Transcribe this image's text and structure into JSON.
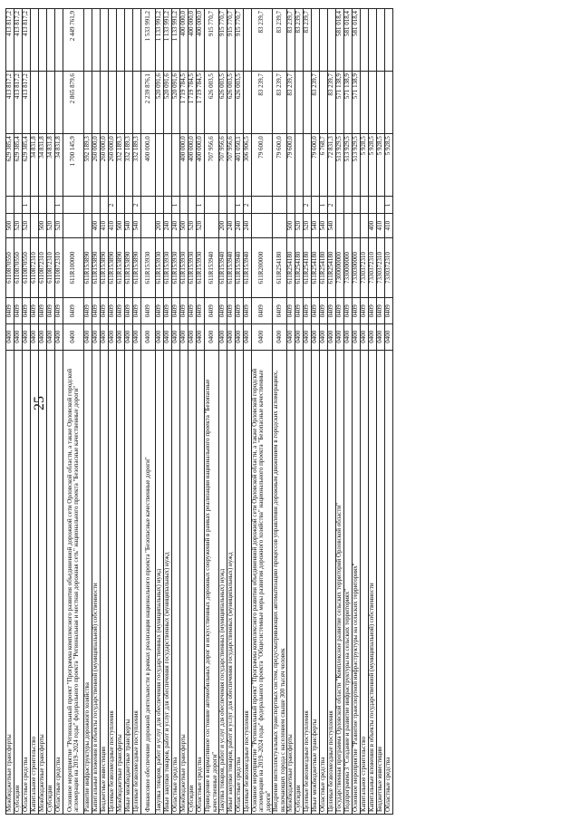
{
  "page": {
    "number": "25"
  },
  "rows": [
    {
      "name": "Межбюджетные трансферты",
      "a": "0400",
      "b": "0409",
      "csr": "6110870550",
      "vr": "500",
      "x": "",
      "v1": "629 385,4",
      "v2": "413 817,2",
      "v3": "413 817,2",
      "h": 1
    },
    {
      "name": "Субсидии",
      "a": "0400",
      "b": "0409",
      "csr": "6110870550",
      "vr": "520",
      "x": "",
      "v1": "629 385,4",
      "v2": "413 817,2",
      "v3": "413 817,2",
      "h": 1
    },
    {
      "name": "Областные средства",
      "a": "0400",
      "b": "0409",
      "csr": "6110870550",
      "vr": "520",
      "x": "1",
      "v1": "629 385,4",
      "v2": "413 817,2",
      "v3": "413 817,2",
      "h": 1
    },
    {
      "name": "Капитальное строительство",
      "a": "0400",
      "b": "0409",
      "csr": "6110872310",
      "vr": "",
      "x": "",
      "v1": "34 831,8",
      "v2": "",
      "v3": "",
      "h": 1
    },
    {
      "name": "Межбюджетные трансферты",
      "a": "0400",
      "b": "0409",
      "csr": "6110872310",
      "vr": "500",
      "x": "",
      "v1": "34 831,8",
      "v2": "",
      "v3": "",
      "h": 1
    },
    {
      "name": "Субсидии",
      "a": "0400",
      "b": "0409",
      "csr": "6110872310",
      "vr": "520",
      "x": "",
      "v1": "34 831,8",
      "v2": "",
      "v3": "",
      "h": 1
    },
    {
      "name": "Областные средства",
      "a": "0400",
      "b": "0409",
      "csr": "6110872310",
      "vr": "520",
      "x": "1",
      "v1": "34 831,8",
      "v2": "",
      "v3": "",
      "h": 1
    },
    {
      "name": "Основное мероприятие \"Региональный проект \"Программа комплексного развития объединенной дорожной сети Орловской области, а также Орловской городской агломерации на 2019–2024 годы\" федерального проекта \"Региональная и местная дорожная сеть\" национального проекта \"Безопасные качественные дороги\"",
      "a": "0400",
      "b": "0409",
      "csr": "611R100000",
      "vr": "",
      "x": "",
      "v1": "1 700 145,9",
      "v2": "2 865 879,6",
      "v3": "2 449 761,9",
      "h": 3
    },
    {
      "name": "Развитие инфраструктуры дорожного хозяйства",
      "a": "0400",
      "b": "0409",
      "csr": "611R153890",
      "vr": "",
      "x": "",
      "v1": "592 189,3",
      "v2": "",
      "v3": "",
      "h": 1
    },
    {
      "name": "Капитальные вложения в объекты государственной (муниципальной) собственности",
      "a": "0400",
      "b": "0409",
      "csr": "611R153890",
      "vr": "400",
      "x": "",
      "v1": "260 000,0",
      "v2": "",
      "v3": "",
      "h": 1
    },
    {
      "name": "Бюджетные инвестиции",
      "a": "0400",
      "b": "0409",
      "csr": "611R153890",
      "vr": "410",
      "x": "",
      "v1": "260 000,0",
      "v2": "",
      "v3": "",
      "h": 1
    },
    {
      "name": "Целевые безвозмездные поступления",
      "a": "0400",
      "b": "0409",
      "csr": "611R153890",
      "vr": "410",
      "x": "2",
      "v1": "260 000,0",
      "v2": "",
      "v3": "",
      "h": 1
    },
    {
      "name": "Межбюджетные трансферты",
      "a": "0400",
      "b": "0409",
      "csr": "611R153890",
      "vr": "500",
      "x": "",
      "v1": "332 189,3",
      "v2": "",
      "v3": "",
      "h": 1
    },
    {
      "name": "Иные межбюджетные трансферты",
      "a": "0400",
      "b": "0409",
      "csr": "611R153890",
      "vr": "540",
      "x": "",
      "v1": "332 189,3",
      "v2": "",
      "v3": "",
      "h": 1
    },
    {
      "name": "Целевые безвозмездные поступления",
      "a": "0400",
      "b": "0409",
      "csr": "611R153890",
      "vr": "540",
      "x": "2",
      "v1": "332 189,3",
      "v2": "",
      "v3": "",
      "h": 1
    },
    {
      "name": "Финансовое обеспечение дорожной деятельности в рамках реализации национального проекта \"Безопасные качественные дороги\"",
      "a": "0400",
      "b": "0409",
      "csr": "611R153930",
      "vr": "",
      "x": "",
      "v1": "400 000,0",
      "v2": "2 239 876,1",
      "v3": "1 533 991,2",
      "h": 2
    },
    {
      "name": "Закупка товаров, работ и услуг для обеспечения государственных (муниципальных) нужд",
      "a": "0400",
      "b": "0409",
      "csr": "611R153930",
      "vr": "200",
      "x": "",
      "v1": "",
      "v2": "520 091,6",
      "v3": "1 133 991,2",
      "h": 1
    },
    {
      "name": "Иные закупки товаров, работ и услуг для обеспечения государственных (муниципальных) нужд",
      "a": "0400",
      "b": "0409",
      "csr": "611R153930",
      "vr": "240",
      "x": "",
      "v1": "",
      "v2": "520 091,6",
      "v3": "1 133 991,2",
      "h": 1
    },
    {
      "name": "Областные средства",
      "a": "0400",
      "b": "0409",
      "csr": "611R153930",
      "vr": "240",
      "x": "1",
      "v1": "",
      "v2": "520 091,6",
      "v3": "1 133 991,2",
      "h": 1
    },
    {
      "name": "Межбюджетные трансферты",
      "a": "0400",
      "b": "0409",
      "csr": "611R153930",
      "vr": "500",
      "x": "",
      "v1": "400 000,0",
      "v2": "1 719 784,5",
      "v3": "400 000,0",
      "h": 1
    },
    {
      "name": "Субсидии",
      "a": "0400",
      "b": "0409",
      "csr": "611R153930",
      "vr": "520",
      "x": "",
      "v1": "400 000,0",
      "v2": "1 719 784,5",
      "v3": "400 000,0",
      "h": 1
    },
    {
      "name": "Областные средства",
      "a": "0400",
      "b": "0409",
      "csr": "611R153930",
      "vr": "520",
      "x": "1",
      "v1": "400 000,0",
      "v2": "1 719 784,5",
      "v3": "400 000,0",
      "h": 1
    },
    {
      "name": "Приведение в нормативное состояние автомобильных дорог и искусственных дорожных сооружений в рамках реализации национального проекта \"Безопасные качественные дороги\"",
      "a": "0400",
      "b": "0409",
      "csr": "611R153940",
      "vr": "",
      "x": "",
      "v1": "707 956,6",
      "v2": "626 003,5",
      "v3": "915 770,7",
      "h": 2
    },
    {
      "name": "Закупка товаров, работ и услуг для обеспечения государственных (муниципальных) нужд",
      "a": "0400",
      "b": "0409",
      "csr": "611R153940",
      "vr": "200",
      "x": "",
      "v1": "707 956,6",
      "v2": "626 003,5",
      "v3": "915 770,7",
      "h": 1
    },
    {
      "name": "Иные закупки товаров, работ и услуг для обеспечения государственных (муниципальных) нужд",
      "a": "0400",
      "b": "0409",
      "csr": "611R153940",
      "vr": "240",
      "x": "",
      "v1": "707 956,6",
      "v2": "626 003,5",
      "v3": "915 770,7",
      "h": 1
    },
    {
      "name": "Областные средства",
      "a": "0400",
      "b": "0409",
      "csr": "611R153940",
      "vr": "240",
      "x": "1",
      "v1": "401 050,1",
      "v2": "626 003,5",
      "v3": "915 770,7",
      "h": 1
    },
    {
      "name": "Целевые безвозмездные поступления",
      "a": "0400",
      "b": "0409",
      "csr": "611R153940",
      "vr": "240",
      "x": "2",
      "v1": "306 906,5",
      "v2": "",
      "v3": "",
      "h": 1
    },
    {
      "name": "Основное мероприятие \"Региональный проект \"Программа комплексного развития объединенной дорожной сети Орловской области, а также Орловской городской агломерации на 2019–2024 годы\" федерального проекта \"Общесистемные меры развития дорожного хозяйства\" национального проекта \"Безопасные качественные дороги\"",
      "a": "0400",
      "b": "0409",
      "csr": "611R200000",
      "vr": "",
      "x": "",
      "v1": "79 600,0",
      "v2": "83 239,7",
      "v3": "83 239,7",
      "h": 3
    },
    {
      "name": "Внедрение интеллектуальных транспортных систем, предусматривающих автоматизацию процессов управления дорожным движением в городских агломерациях, включающих города с населением свыше 300 тысяч человек",
      "a": "0400",
      "b": "0409",
      "csr": "611R254180",
      "vr": "",
      "x": "",
      "v1": "79 600,0",
      "v2": "83 239,7",
      "v3": "83 239,7",
      "h": 2
    },
    {
      "name": "Межбюджетные трансферты",
      "a": "0400",
      "b": "0409",
      "csr": "611R254180",
      "vr": "500",
      "x": "",
      "v1": "79 600,0",
      "v2": "83 239,7",
      "v3": "83 239,7",
      "h": 1
    },
    {
      "name": "Субсидии",
      "a": "0400",
      "b": "0409",
      "csr": "611R254180",
      "vr": "520",
      "x": "",
      "v1": "",
      "v2": "",
      "v3": "83 239,7",
      "h": 1
    },
    {
      "name": "Целевые безвозмездные поступления",
      "a": "0400",
      "b": "0409",
      "csr": "611R254180",
      "vr": "520",
      "x": "2",
      "v1": "",
      "v2": "",
      "v3": "83 239,7",
      "h": 1
    },
    {
      "name": "Иные межбюджетные трансферты",
      "a": "0400",
      "b": "0409",
      "csr": "611R254180",
      "vr": "540",
      "x": "",
      "v1": "79 600,0",
      "v2": "83 239,7",
      "v3": "",
      "h": 1
    },
    {
      "name": "Областные средства",
      "a": "0400",
      "b": "0409",
      "csr": "611R254180",
      "vr": "540",
      "x": "1",
      "v1": "6 768,7",
      "v2": "",
      "v3": "",
      "h": 1
    },
    {
      "name": "Целевые безвозмездные поступления",
      "a": "0400",
      "b": "0409",
      "csr": "611R254180",
      "vr": "540",
      "x": "2",
      "v1": "72 831,3",
      "v2": "83 239,7",
      "v3": "",
      "h": 1
    },
    {
      "name": "Государственная программа Орловской области \"Комплексное развитие сельских территорий Орловской области\"",
      "a": "0400",
      "b": "0409",
      "csr": "7300000000",
      "vr": "",
      "x": "",
      "v1": "513 929,5",
      "v2": "571 138,9",
      "v3": "581 018,4",
      "h": 1
    },
    {
      "name": "Подпрограмма 3 \"Создание и развитие инфраструктуры на сельских территориях\"",
      "a": "0400",
      "b": "0409",
      "csr": "7330000000",
      "vr": "",
      "x": "",
      "v1": "513 929,5",
      "v2": "571 138,9",
      "v3": "581 018,4",
      "h": 1
    },
    {
      "name": "Основное мероприятие \"Развитие транспортной инфраструктуры на сельских территориях\"",
      "a": "0400",
      "b": "0409",
      "csr": "7330300000",
      "vr": "",
      "x": "",
      "v1": "513 929,5",
      "v2": "571 138,9",
      "v3": "581 018,4",
      "h": 1
    },
    {
      "name": "Капитальное строительство",
      "a": "0400",
      "b": "0409",
      "csr": "7330372310",
      "vr": "",
      "x": "",
      "v1": "5 928,5",
      "v2": "",
      "v3": "",
      "h": 1
    },
    {
      "name": "Капитальные вложения в объекты государственной (муниципальной) собственности",
      "a": "0400",
      "b": "0409",
      "csr": "7330372310",
      "vr": "400",
      "x": "",
      "v1": "5 928,5",
      "v2": "",
      "v3": "",
      "h": 1
    },
    {
      "name": "Бюджетные инвестиции",
      "a": "0400",
      "b": "0409",
      "csr": "7330372310",
      "vr": "410",
      "x": "",
      "v1": "5 928,5",
      "v2": "",
      "v3": "",
      "h": 1
    },
    {
      "name": "Областные средства",
      "a": "0400",
      "b": "0409",
      "csr": "7330372310",
      "vr": "410",
      "x": "1",
      "v1": "5 928,5",
      "v2": "",
      "v3": "",
      "h": 1
    }
  ]
}
